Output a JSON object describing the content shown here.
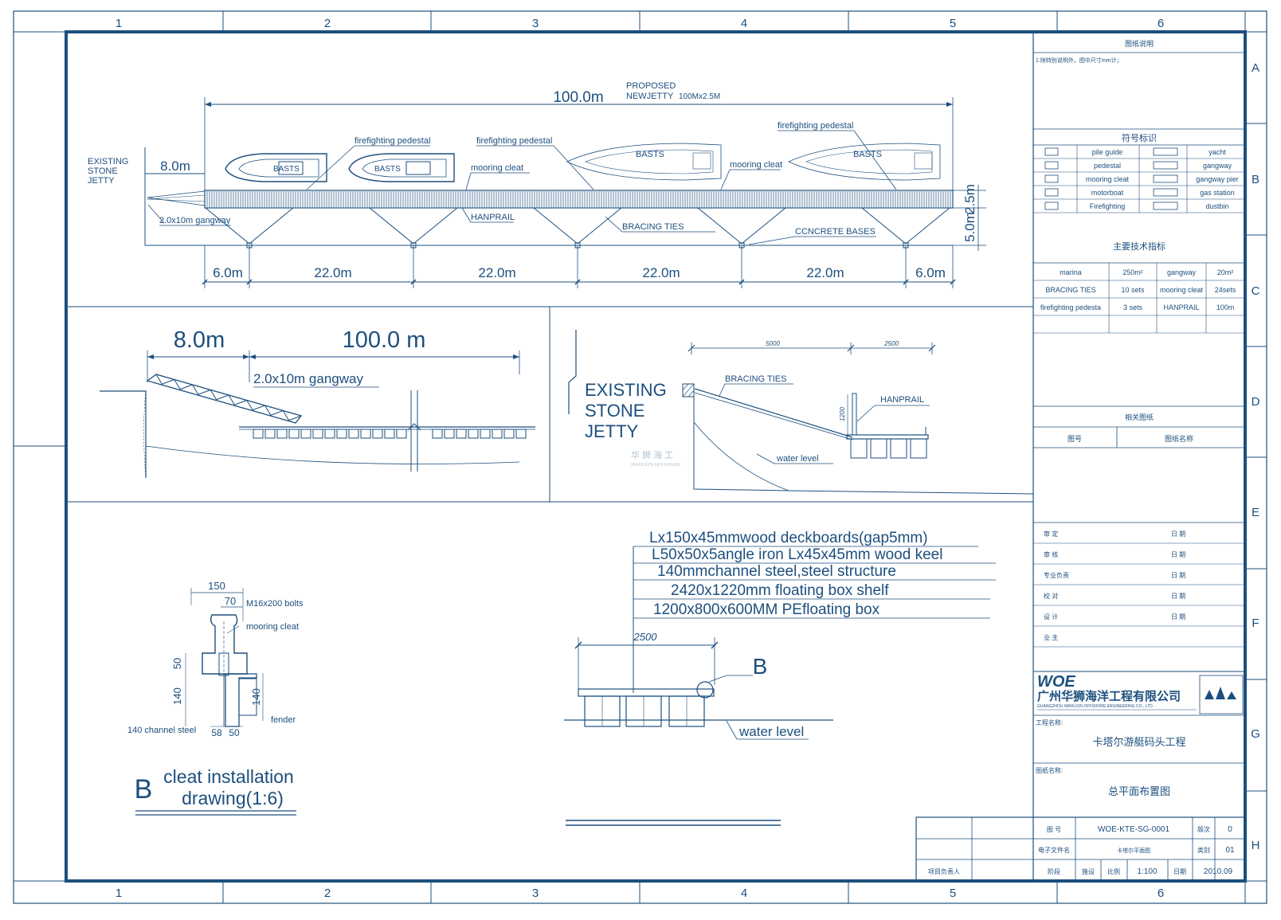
{
  "colors": {
    "ink": "#1d4f7e",
    "paper": "#ffffff"
  },
  "grid": {
    "columns": [
      "1",
      "2",
      "3",
      "4",
      "5",
      "6"
    ],
    "rows": [
      "A",
      "B",
      "C",
      "D",
      "E",
      "F",
      "G",
      "H"
    ]
  },
  "plan": {
    "proposed_1": "PROPOSED",
    "proposed_2": "NEWJETTY",
    "proposed_3": "100Mx2.5M",
    "length_total": "100.0m",
    "existing_1": "EXISTING",
    "existing_2": "STONE",
    "existing_3": "JETTY",
    "gangway_len": "8.0m",
    "gangway_label": "2.0x10m gangway",
    "width_deck": "2.5m",
    "width_base": "5.0m",
    "spans": [
      "6.0m",
      "22.0m",
      "22.0m",
      "22.0m",
      "22.0m",
      "6.0m"
    ],
    "boat_labels": [
      "BASTS",
      "BASTS",
      "BASTS",
      "BASTS"
    ],
    "callouts": {
      "ff1": "firefighting pedestal",
      "ff2": "firefighting pedestal",
      "ff3": "firefighting pedestal",
      "mc1": "mooring cleat",
      "mc2": "mooring cleat",
      "handrail": "HANPRAIL",
      "bracing": "BRACING TIES",
      "bases": "CCNCRETE BASES"
    }
  },
  "elevation": {
    "dim_gangway": "8.0m",
    "dim_jetty": "100.0  m",
    "gangway_label": "2.0x10m gangway"
  },
  "section": {
    "existing_1": "EXISTING",
    "existing_2": "STONE",
    "existing_3": "JETTY",
    "dim_a": "5000",
    "dim_b": "2500",
    "bracing": "BRACING TIES",
    "handrail": "HANPRAIL",
    "height": "1200",
    "water": "water level",
    "watermark_cn": "华 狮 海 工",
    "watermark_en": "WAHLION OFFSHORE"
  },
  "layers": {
    "dim": "2500",
    "items": [
      "Lx150x45mmwood deckboards(gap5mm)",
      "L50x50x5angle iron Lx45x45mm wood keel",
      "140mmchannel steel,steel structure",
      "2420x1220mm floating box shelf",
      "1200x800x600MM PEfloating box"
    ],
    "detail_tag": "B",
    "water": "water level"
  },
  "cleat": {
    "dim_150": "150",
    "dim_70": "70",
    "bolts": "M16x200 bolts",
    "cleat": "mooring cleat",
    "dim_50": "50",
    "dim_140a": "140",
    "dim_140b": "140",
    "fender": "fender",
    "channel": "140 channel steel",
    "dim_58": "58",
    "dim_50b": "50",
    "tag": "B",
    "title_1": "cleat installation",
    "title_2": "drawing(1:6)"
  },
  "panel": {
    "notes_title": "图纸说明",
    "notes_line": "1.除特别说明外，图中尺寸mm计；",
    "legend_title": "符号标识",
    "legend": [
      {
        "l": "pile guide",
        "r": "yacht"
      },
      {
        "l": "pedestal",
        "r": "gangway"
      },
      {
        "l": "mooring cleat",
        "r": "gangway pier"
      },
      {
        "l": "motorboat",
        "r": "gas station"
      },
      {
        "l": "Firefighting",
        "r": "dustbin"
      }
    ],
    "spec_title": "主要技术指标",
    "specs": [
      [
        "marina",
        "250m²",
        "gangway",
        "20m²"
      ],
      [
        "BRACING TIES",
        "10 sets",
        "mooring cleat",
        "24sets"
      ],
      [
        "firefighting pedesta",
        "3 sets",
        "HANPRAIL",
        "100m"
      ]
    ],
    "related_title": "相关图纸",
    "related_col1": "图号",
    "related_col2": "图纸名称",
    "signoffs": [
      {
        "role": "审  定",
        "date": "日  期"
      },
      {
        "role": "审  核",
        "date": "日  期"
      },
      {
        "role": "专业负责",
        "date": "日  期"
      },
      {
        "role": "校  对",
        "date": "日  期"
      },
      {
        "role": "设  计",
        "date": "日  期"
      },
      {
        "role": "业  主",
        "date": ""
      }
    ],
    "company_cn": "广州华狮海洋工程有限公司",
    "company_en": "GUANGZHOU WAHLION OFFSHORE ENGINEERING CO., LTD",
    "project_label": "工程名称:",
    "project_name": "卡塔尔游艇码头工程",
    "drawing_label": "图纸名称:",
    "drawing_name": "总平面布置图"
  },
  "titleblock": {
    "no_label": "图  号",
    "no_value": "WOE-KTE-SG-0001",
    "rev_label": "版次",
    "rev_value": "0",
    "file_label": "电子文件名",
    "file_value": "卡塔尔平面图",
    "cat_label": "类别",
    "cat_value": "01",
    "pm_label": "项目负责人",
    "stage_label": "阶段",
    "stage_value": "施设",
    "scale_label": "比例",
    "scale_value": "1:100",
    "date_label": "日期",
    "date_value": "2010.09"
  }
}
